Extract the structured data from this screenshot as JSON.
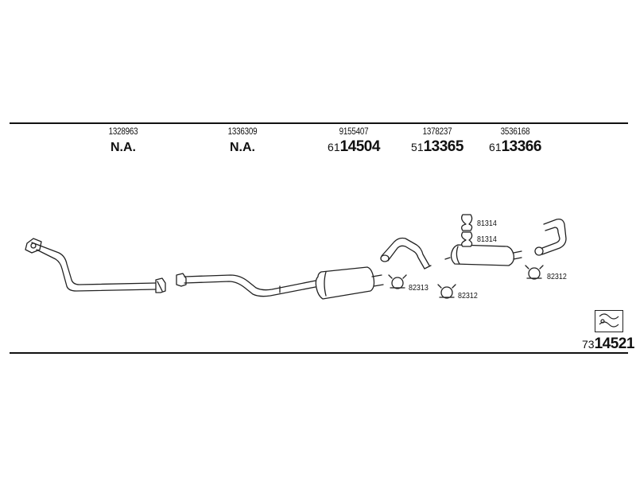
{
  "columns": [
    {
      "oem": "1328963",
      "ref_prefix": "",
      "ref_number": "N.A."
    },
    {
      "oem": "1336309",
      "ref_prefix": "",
      "ref_number": "N.A."
    },
    {
      "oem": "9155407",
      "ref_prefix": "61",
      "ref_number": "14504"
    },
    {
      "oem": "1378237",
      "ref_prefix": "51",
      "ref_number": "13365"
    },
    {
      "oem": "3536168",
      "ref_prefix": "61",
      "ref_number": "13366"
    }
  ],
  "callouts": {
    "mount_upper": "81314",
    "mount_lower": "81314",
    "clamp_left": "82313",
    "clamp_mid": "82312",
    "clamp_right": "82312"
  },
  "kit": {
    "prefix": "73",
    "number": "14521",
    "icon": "kit-box-icon"
  }
}
